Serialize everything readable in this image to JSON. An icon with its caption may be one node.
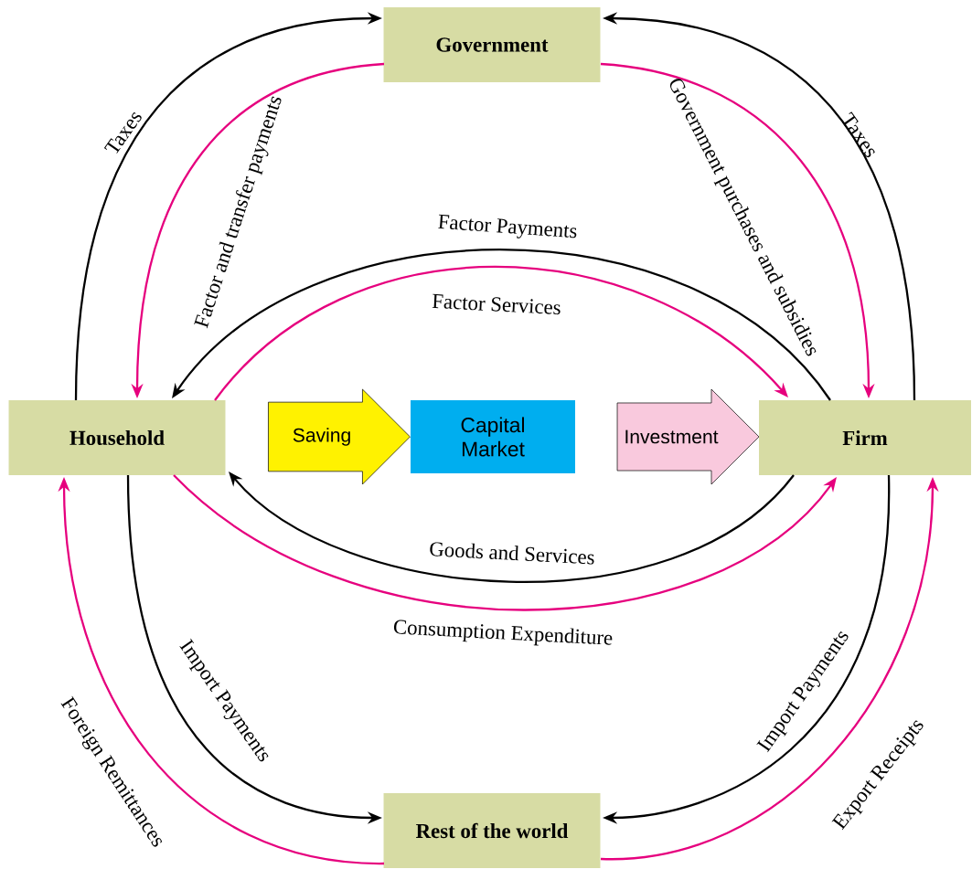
{
  "diagram": {
    "nodes": [
      {
        "text": [
          "Government"
        ]
      },
      {
        "text": [
          "Household"
        ]
      },
      {
        "text": [
          "Saving"
        ]
      },
      {
        "text": [
          "Capital Market"
        ]
      },
      {
        "text": [
          "Investment"
        ]
      },
      {
        "text": [
          "Firm"
        ]
      },
      {
        "text": [
          "Rest of the world"
        ]
      }
    ],
    "edges": [
      {
        "from": 1,
        "to": 0,
        "arrow": "to",
        "label": "Taxes"
      },
      {
        "from": 0,
        "to": 1,
        "arrow": "to",
        "label": "Factor and transfer payments",
        "color": "#e6007e"
      },
      {
        "from": 5,
        "to": 0,
        "arrow": "to",
        "label": "Taxes"
      },
      {
        "from": 0,
        "to": 5,
        "arrow": "to",
        "label": "Government purchases and subsidies",
        "color": "#e6007e"
      },
      {
        "from": 5,
        "to": 1,
        "arrow": "to",
        "label": "Factor Payments"
      },
      {
        "from": 1,
        "to": 5,
        "arrow": "to",
        "label": "Factor Services",
        "color": "#e6007e"
      },
      {
        "from": 5,
        "to": 1,
        "arrow": "to",
        "label": "Goods and Services"
      },
      {
        "from": 1,
        "to": 5,
        "arrow": "to",
        "label": "Consumption Expenditure",
        "color": "#e6007e"
      },
      {
        "from": 1,
        "to": 6,
        "arrow": "to",
        "label": "Import Payments"
      },
      {
        "from": 5,
        "to": 6,
        "arrow": "to",
        "label": "Import Payments"
      },
      {
        "from": 6,
        "to": 1,
        "arrow": "to",
        "label": "Foreign Remittances",
        "color": "#e6007e"
      },
      {
        "from": 6,
        "to": 5,
        "arrow": "to",
        "label": "Export Receipts",
        "color": "#e6007e"
      }
    ]
  }
}
